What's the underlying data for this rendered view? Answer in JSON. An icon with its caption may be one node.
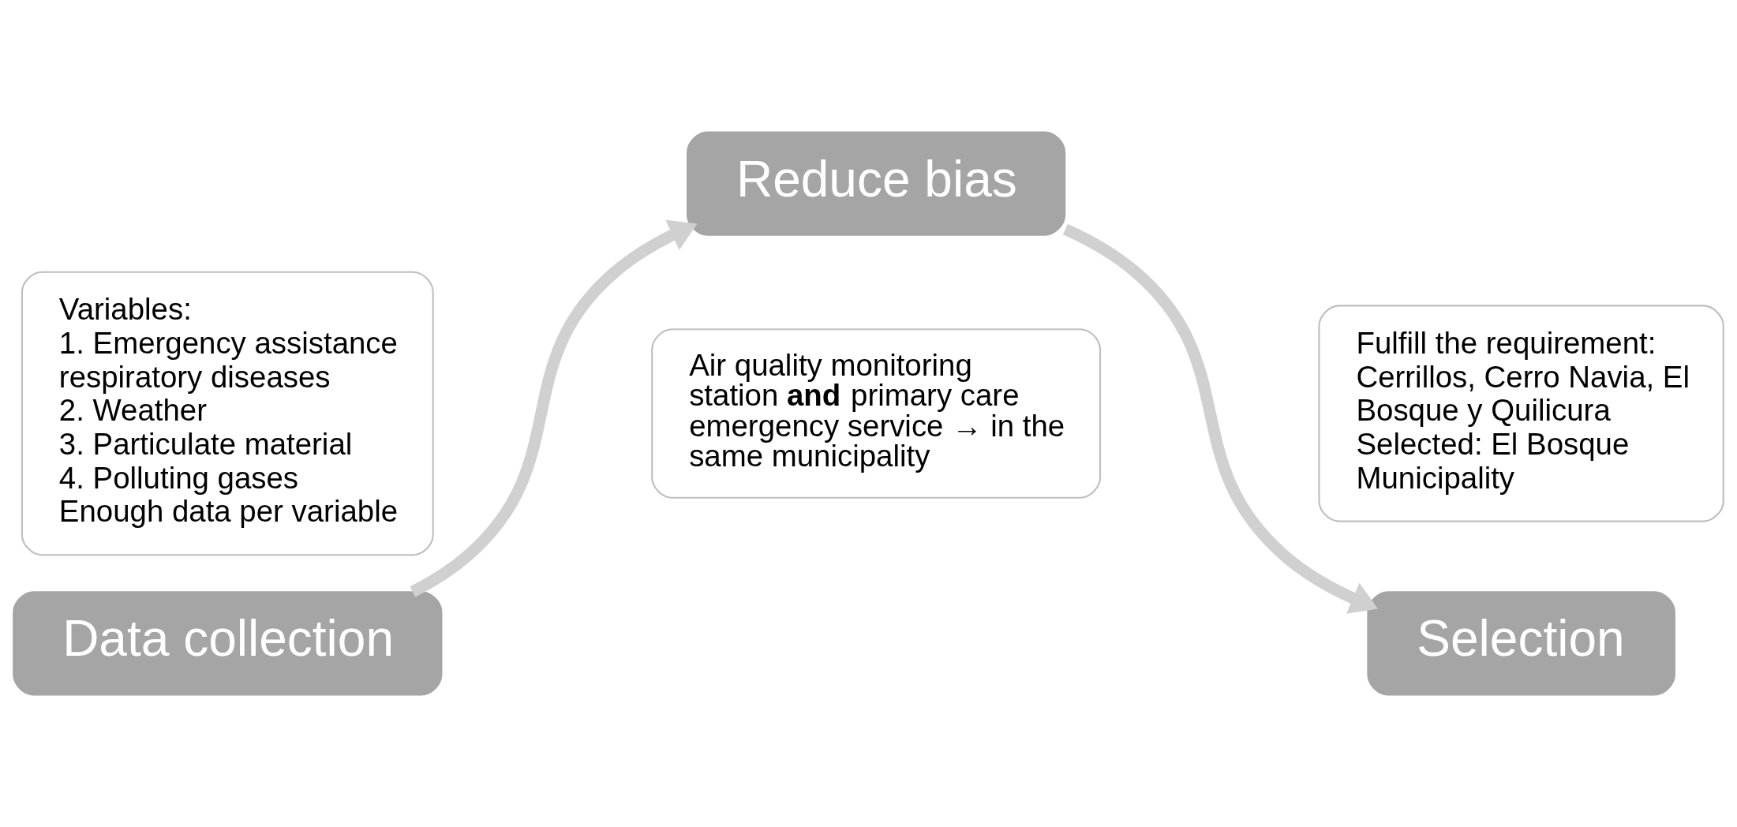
{
  "diagram": {
    "nodes": [
      {
        "text": [
          "Variables:",
          "1. Emergency assistance respiratory diseases",
          "2. Weather",
          "3. Particulate material",
          "4. Polluting gases",
          "Enough data per variable"
        ]
      },
      {
        "text": [
          "Data collection"
        ]
      },
      {
        "text": [
          "Air quality monitoring station **and** primary care emergency service → in the same municipality"
        ]
      },
      {
        "text": [
          "Reduce bias"
        ]
      },
      {
        "text": [
          "Fulfill the requirement: Cerrillos, Cerro Navia, El Bosque y Quilicura",
          "Selected: El Bosque Municipality"
        ]
      },
      {
        "text": [
          "Selection"
        ]
      }
    ],
    "edges": [
      {
        "from": 1,
        "to": 3,
        "arrow": "to"
      },
      {
        "from": 3,
        "to": 5,
        "arrow": "to"
      }
    ]
  }
}
